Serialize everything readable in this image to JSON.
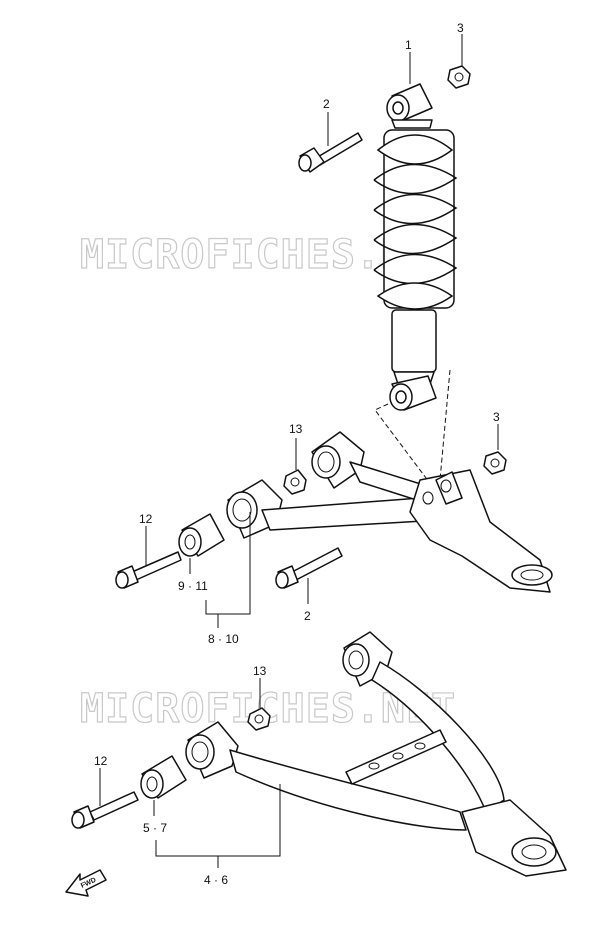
{
  "watermark": "MICROFICHES.NET",
  "fwd_label": "FWD",
  "callouts": {
    "shock": "1",
    "bolt_top": "2",
    "nut_top": "3",
    "nut_right": "3",
    "washer_upper": "13",
    "bolt_left_upper": "12",
    "bushing_upper": "9 · 11",
    "bolt_mid": "2",
    "arm_upper_group": "8 · 10",
    "washer_lower": "13",
    "bolt_left_lower": "12",
    "bushing_lower": "5 · 7",
    "arm_lower_group": "4 · 6"
  }
}
